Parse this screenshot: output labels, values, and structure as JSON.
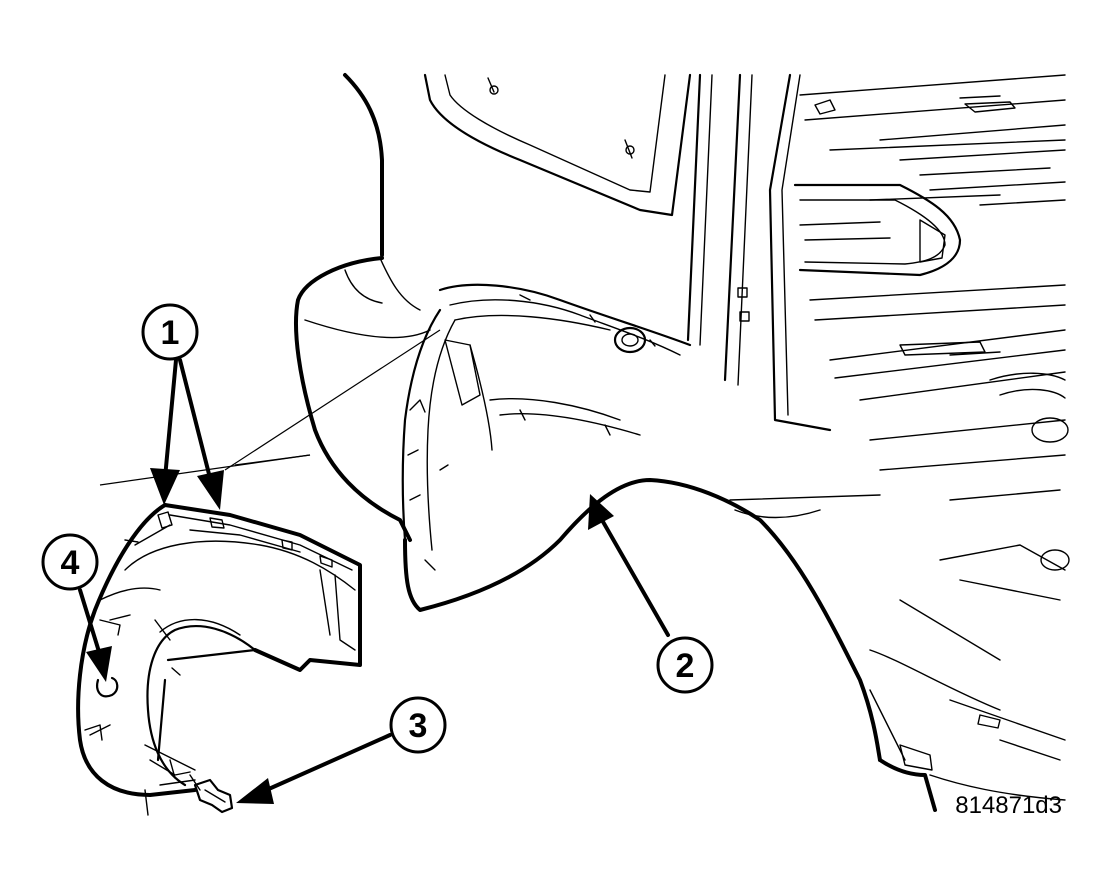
{
  "diagram": {
    "figure_id": "814871d3",
    "callouts": [
      {
        "id": "callout-1",
        "label": "1"
      },
      {
        "id": "callout-2",
        "label": "2"
      },
      {
        "id": "callout-3",
        "label": "3"
      },
      {
        "id": "callout-4",
        "label": "4"
      }
    ],
    "colors": {
      "line": "#000000",
      "background": "#ffffff"
    }
  }
}
